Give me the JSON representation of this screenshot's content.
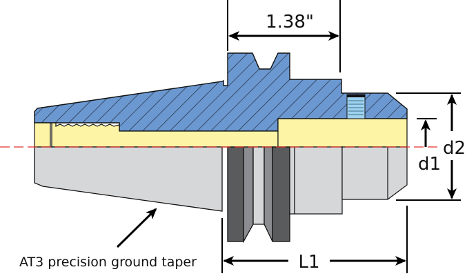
{
  "diagram": {
    "title": "Tool holder cross-section",
    "dimensions": {
      "flange_to_gauge": "1.38\"",
      "d1": "d1",
      "d2": "d2",
      "L1": "L1"
    },
    "callout": "AT3 precision ground taper"
  },
  "colors": {
    "section": "#6b98d0",
    "bore": "#fdf4a5",
    "body": "#d6d7d9",
    "flange_dark": "#5a5b5d",
    "flange_mid": "#8c8d90",
    "screw": "#9fd2ee",
    "centerline": "#e0312c"
  }
}
